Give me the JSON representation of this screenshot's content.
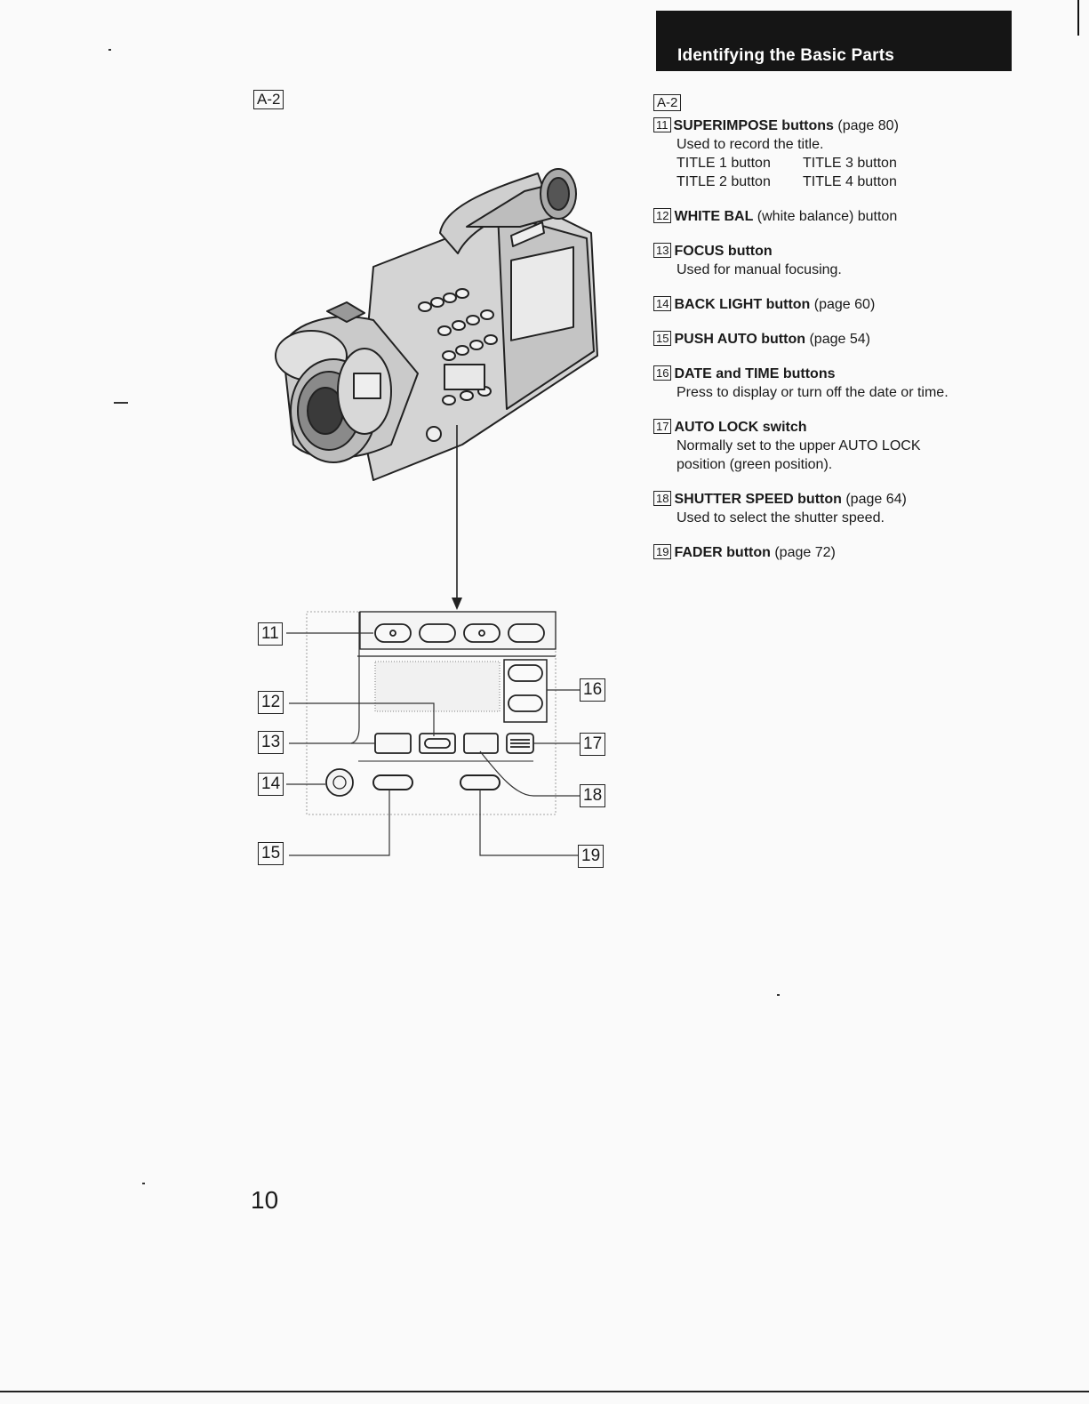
{
  "header": {
    "title": "Identifying the Basic Parts"
  },
  "figure": {
    "label": "A-2"
  },
  "section": {
    "label": "A-2"
  },
  "callouts": [
    "11",
    "12",
    "13",
    "14",
    "15",
    "16",
    "17",
    "18",
    "19"
  ],
  "entries": [
    {
      "num": "11",
      "title": "SUPERIMPOSE buttons",
      "extra": " (page 80)",
      "body": "Used to record the title.",
      "grid": [
        "TITLE 1 button",
        "TITLE 3 button",
        "TITLE 2 button",
        "TITLE 4 button"
      ]
    },
    {
      "num": "12",
      "title": "WHITE BAL",
      "extra": " (white balance) button"
    },
    {
      "num": "13",
      "title": "FOCUS button",
      "extra": "",
      "body": "Used for manual focusing."
    },
    {
      "num": "14",
      "title": "BACK LIGHT button",
      "extra": " (page 60)"
    },
    {
      "num": "15",
      "title": "PUSH AUTO button",
      "extra": " (page 54)"
    },
    {
      "num": "16",
      "title": "DATE and TIME buttons",
      "extra": "",
      "body": "Press to display or turn off the date or time."
    },
    {
      "num": "17",
      "title": "AUTO LOCK switch",
      "extra": "",
      "body": "Normally set to the upper AUTO LOCK position (green position)."
    },
    {
      "num": "18",
      "title": "SHUTTER SPEED button",
      "extra": " (page 64)",
      "body": "Used to select the shutter speed."
    },
    {
      "num": "19",
      "title": "FADER button",
      "extra": " (page 72)"
    }
  ],
  "page": {
    "number": "10"
  }
}
